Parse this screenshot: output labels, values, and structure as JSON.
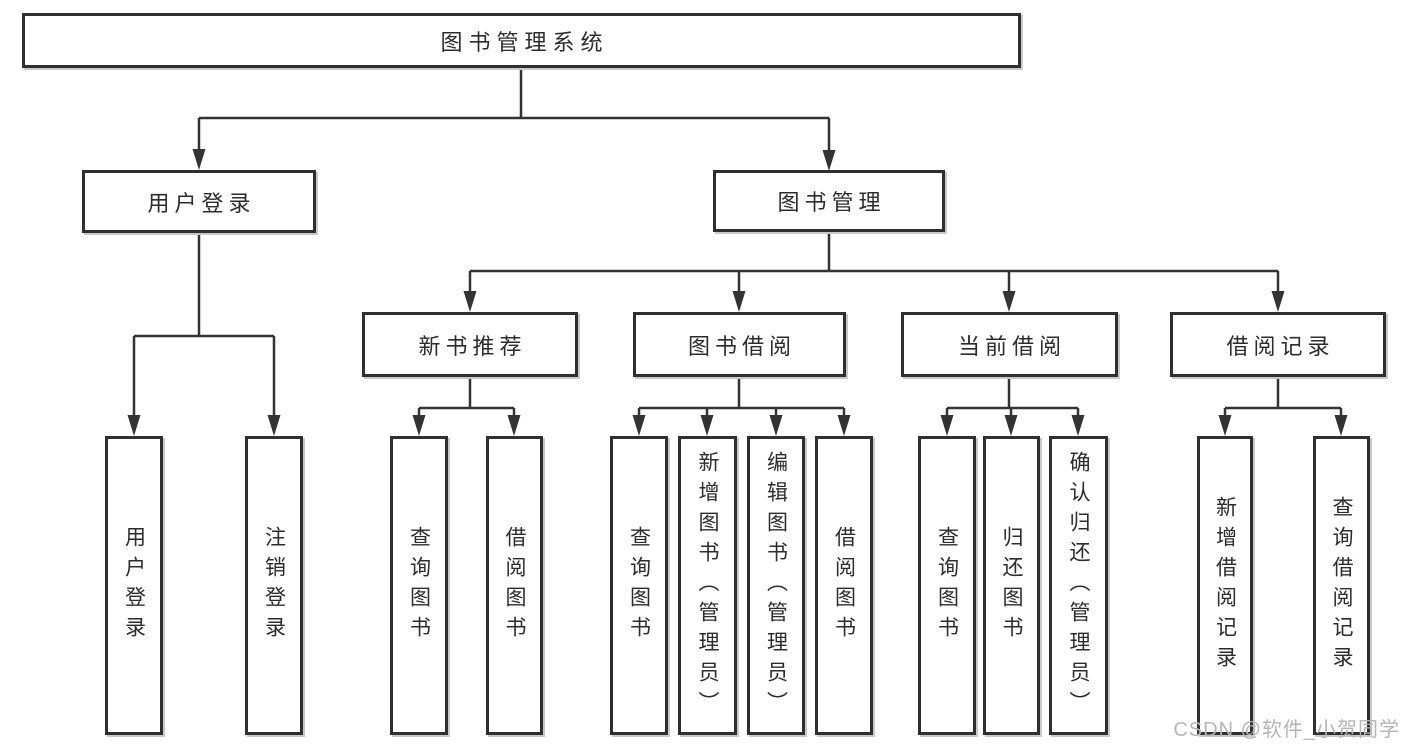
{
  "root": {
    "label": "图书管理系统",
    "children": [
      {
        "label": "用户登录",
        "children": [
          {
            "label": "用户登录"
          },
          {
            "label": "注销登录"
          }
        ]
      },
      {
        "label": "图书管理",
        "children": [
          {
            "label": "新书推荐",
            "children": [
              {
                "label": "查询图书"
              },
              {
                "label": "借阅图书"
              }
            ]
          },
          {
            "label": "图书借阅",
            "children": [
              {
                "label": "查询图书"
              },
              {
                "label": "新增图书（管理员）"
              },
              {
                "label": "编辑图书（管理员）"
              },
              {
                "label": "借阅图书"
              }
            ]
          },
          {
            "label": "当前借阅",
            "children": [
              {
                "label": "查询图书"
              },
              {
                "label": "归还图书"
              },
              {
                "label": "确认归还（管理员）"
              }
            ]
          },
          {
            "label": "借阅记录",
            "children": [
              {
                "label": "新增借阅记录"
              },
              {
                "label": "查询借阅记录"
              }
            ]
          }
        ]
      }
    ]
  },
  "watermark": "CSDN @软件_小贺同学",
  "colors": {
    "line": "#333333",
    "box_border": "#2f2f2f",
    "text": "#2c2c2c",
    "watermark": "#b5b5b5",
    "background": "#ffffff"
  }
}
